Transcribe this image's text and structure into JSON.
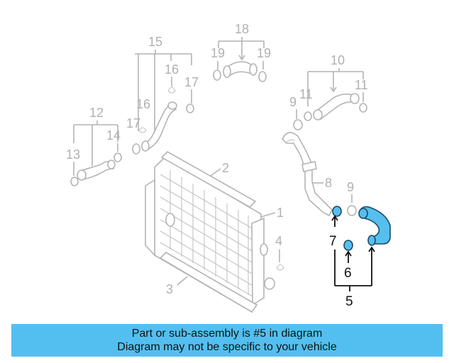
{
  "callouts": {
    "c1": "1",
    "c2": "2",
    "c3": "3",
    "c4": "4",
    "c5": "5",
    "c6": "6",
    "c7": "7",
    "c8": "8",
    "c9a": "9",
    "c9b": "9",
    "c10": "10",
    "c11a": "11",
    "c11b": "11",
    "c12": "12",
    "c13": "13",
    "c14": "14",
    "c15": "15",
    "c16a": "16",
    "c16b": "16",
    "c17a": "17",
    "c17b": "17",
    "c18": "18",
    "c19a": "19",
    "c19b": "19"
  },
  "highlighted_part": "5",
  "colors": {
    "highlight_fill": "#56bfee",
    "banner_background": "#53bff0",
    "part_outline": "#b4b4b4"
  },
  "banner": {
    "line1": "Part or sub-assembly is #5 in diagram",
    "line2": "Diagram may not be specific to your vehicle"
  }
}
